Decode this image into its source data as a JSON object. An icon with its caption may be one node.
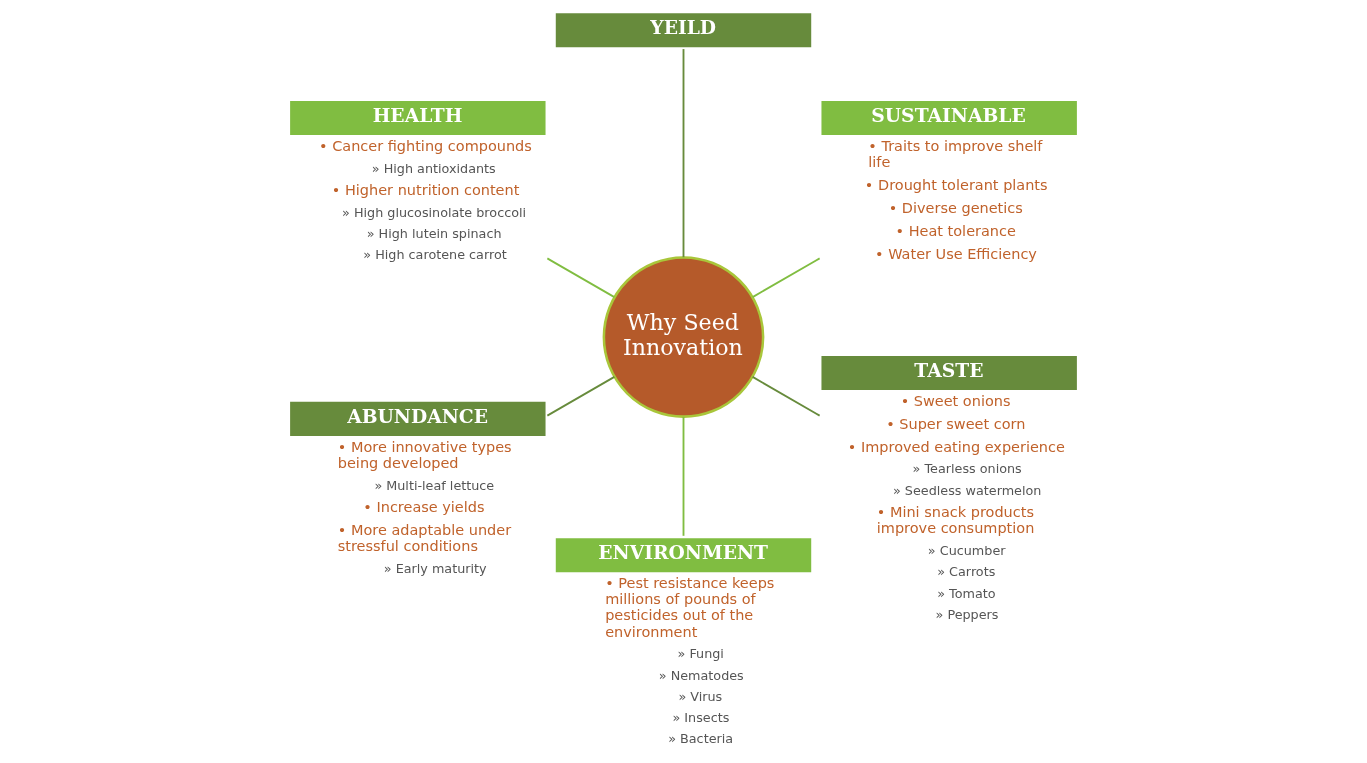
{
  "diagram": {
    "nodes": [
      {
        "text": [
          "YEILD"
        ]
      },
      {
        "text": [
          "SUSTAINABLE"
        ],
        "beside": [
          "• Traits to improve shelf life",
          "• Drought tolerant plants",
          "• Diverse genetics",
          "• Heat tolerance",
          "• Water Use Efficiency"
        ]
      },
      {
        "text": [
          "HEALTH"
        ],
        "beside": [
          "• Cancer fighting compounds",
          "» High antioxidants",
          "• Higher nutrition content",
          "» High glucosinolate broccoli",
          "» High lutein spinach",
          "» High carotene carrot"
        ]
      },
      {
        "text": [
          "Why Seed Innovation"
        ]
      },
      {
        "text": [
          "TASTE"
        ],
        "beside": [
          "• Sweet onions",
          "• Super sweet corn",
          "• Improved eating experience",
          "» Tearless onions",
          "» Seedless watermelon",
          "• Mini snack products improve consumption",
          "» Cucumber",
          "» Carrots",
          "» Tomato",
          "» Peppers"
        ]
      },
      {
        "text": [
          "ENVIRONMENT"
        ],
        "beside": [
          "• Pest resistance keeps millions of pounds of pesticides out of the environment",
          "» Fungi",
          "» Nematodes",
          "» Virus",
          "» Insects",
          "» Bacteria"
        ]
      },
      {
        "text": [
          "ABUNDANCE"
        ],
        "beside": [
          "• More innovative types being developed",
          "» Multi-leaf lettuce",
          "• Increase yields",
          "• More adaptable under stressful conditions",
          "» Early maturity"
        ]
      }
    ],
    "edges": [
      {
        "from": 3,
        "to": 1,
        "arrow": "none",
        "color": "#80bd41"
      },
      {
        "from": 3,
        "to": 0,
        "arrow": "none",
        "color": "#678b3c"
      },
      {
        "from": 3,
        "to": 2,
        "arrow": "none",
        "color": "#80bd41"
      },
      {
        "from": 3,
        "to": 6,
        "arrow": "none",
        "color": "#678b3c"
      },
      {
        "from": 3,
        "to": 5,
        "arrow": "none",
        "color": "#80bd41"
      },
      {
        "from": 3,
        "to": 4,
        "arrow": "none",
        "color": "#678b3c"
      }
    ]
  }
}
